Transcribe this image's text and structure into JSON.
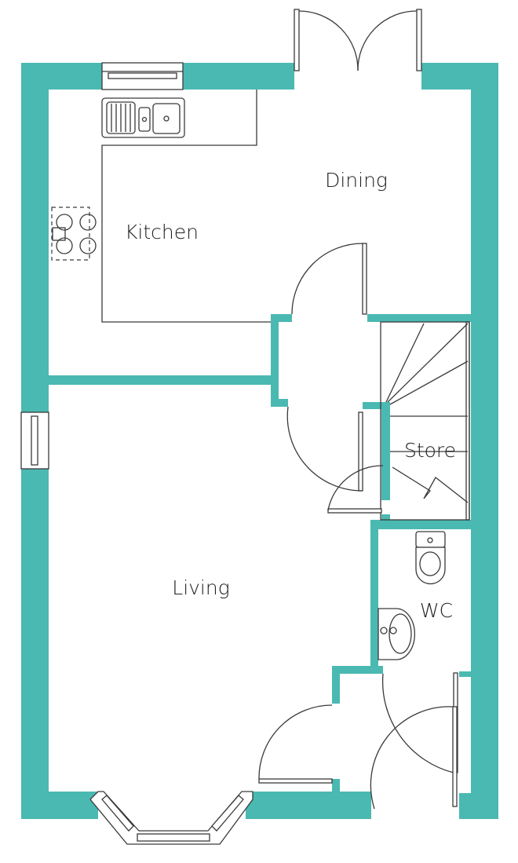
{
  "plan": {
    "wall_color": "#4ab9b1",
    "rooms": [
      {
        "label": "Dining"
      },
      {
        "label": "Kitchen"
      },
      {
        "label": "Living"
      },
      {
        "label": "Store"
      },
      {
        "label": "WC"
      }
    ]
  }
}
